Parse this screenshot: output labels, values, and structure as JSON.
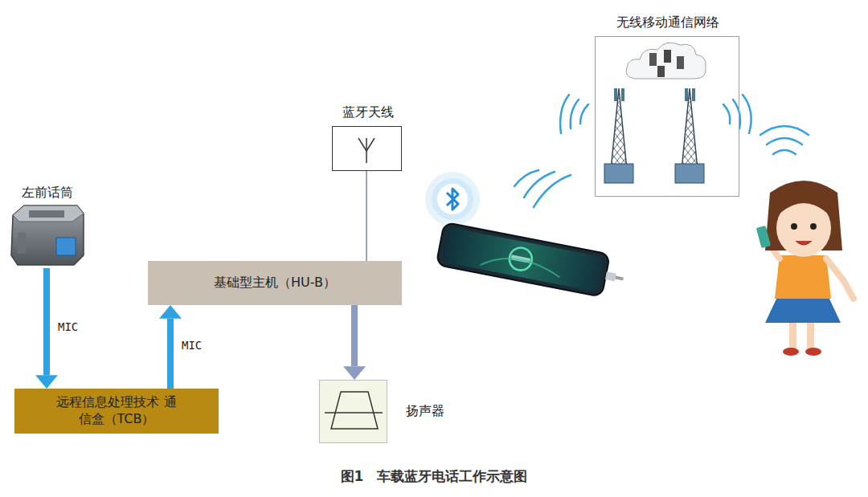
{
  "diagram": {
    "caption": "图1　车载蓝牙电话工作示意图",
    "nodes": [
      {
        "text": [
          "左前话筒"
        ]
      },
      {
        "text": [
          "蓝牙天线"
        ]
      },
      {
        "text": [
          "无线移动通信网络"
        ]
      },
      {
        "text": [
          "基础型主机（HU-B）"
        ]
      },
      {
        "text": [
          "远程信息处理技术 通信盒（TCB）"
        ]
      },
      {
        "text": [
          "扬声器"
        ]
      }
    ],
    "edges": [
      {
        "from": 0,
        "to": 4,
        "label": "MIC",
        "arrow": "to"
      },
      {
        "from": 4,
        "to": 3,
        "label": "MIC",
        "arrow": "to"
      },
      {
        "from": 1,
        "to": 3,
        "arrow": "none"
      },
      {
        "from": 3,
        "to": 5,
        "arrow": "to"
      }
    ]
  }
}
